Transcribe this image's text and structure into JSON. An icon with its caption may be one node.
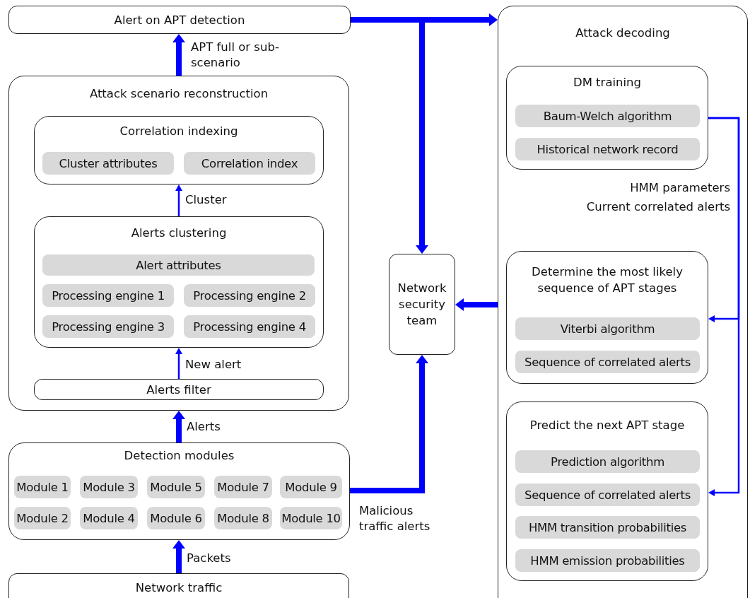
{
  "diagram": {
    "nodes": [
      {
        "text": [
          "Alert on APT detection"
        ]
      },
      {
        "text": [
          "Attack scenario reconstruction"
        ]
      },
      {
        "text": [
          "Correlation indexing"
        ],
        "in": 1
      },
      {
        "text": [
          "Cluster attributes"
        ],
        "in": 2
      },
      {
        "text": [
          "Correlation index"
        ],
        "in": 2
      },
      {
        "text": [
          "Alerts clustering"
        ],
        "in": 1
      },
      {
        "text": [
          "Alert attributes"
        ],
        "in": 5
      },
      {
        "text": [
          "Processing engine 1"
        ],
        "in": 5
      },
      {
        "text": [
          "Processing engine 2"
        ],
        "in": 5
      },
      {
        "text": [
          "Processing engine 3"
        ],
        "in": 5
      },
      {
        "text": [
          "Processing engine 4"
        ],
        "in": 5
      },
      {
        "text": [
          "Alerts filter"
        ],
        "in": 1
      },
      {
        "text": [
          "Detection modules"
        ]
      },
      {
        "text": [
          "Module 1"
        ],
        "in": 12
      },
      {
        "text": [
          "Module 3"
        ],
        "in": 12
      },
      {
        "text": [
          "Module 5"
        ],
        "in": 12
      },
      {
        "text": [
          "Module 7"
        ],
        "in": 12
      },
      {
        "text": [
          "Module 9"
        ],
        "in": 12
      },
      {
        "text": [
          "Module 2"
        ],
        "in": 12
      },
      {
        "text": [
          "Module 4"
        ],
        "in": 12
      },
      {
        "text": [
          "Module 6"
        ],
        "in": 12
      },
      {
        "text": [
          "Module 8"
        ],
        "in": 12
      },
      {
        "text": [
          "Module 10"
        ],
        "in": 12
      },
      {
        "text": [
          "Network traffic"
        ]
      },
      {
        "text": [
          "Network security team"
        ]
      },
      {
        "text": [
          "Attack decoding"
        ]
      },
      {
        "text": [
          "DM training"
        ],
        "in": 25
      },
      {
        "text": [
          "Baum-Welch algorithm"
        ],
        "in": 26
      },
      {
        "text": [
          "Historical network record"
        ],
        "in": 26
      },
      {
        "text": [
          "Determine the most likely sequence of APT stages"
        ],
        "in": 25
      },
      {
        "text": [
          "Viterbi algorithm"
        ],
        "in": 29
      },
      {
        "text": [
          "Sequence of correlated alerts"
        ],
        "in": 29
      },
      {
        "text": [
          "Predict the next APT stage"
        ],
        "in": 25
      },
      {
        "text": [
          "Prediction algorithm"
        ],
        "in": 32
      },
      {
        "text": [
          "Sequence of correlated alerts"
        ],
        "in": 32
      },
      {
        "text": [
          "HMM transition probabilities"
        ],
        "in": 32
      },
      {
        "text": [
          "HMM emission probabilities"
        ],
        "in": 32
      }
    ],
    "edges": [
      {
        "from": 1,
        "to": 0,
        "arrow": "to",
        "label": "APT full or sub-scenario"
      },
      {
        "from": 5,
        "to": 2,
        "arrow": "to",
        "label": "Cluster"
      },
      {
        "from": 11,
        "to": 5,
        "arrow": "to",
        "label": "New alert"
      },
      {
        "from": 12,
        "to": 1,
        "arrow": "to",
        "label": "Alerts"
      },
      {
        "from": 23,
        "to": 12,
        "arrow": "to",
        "label": "Packets"
      },
      {
        "from": 0,
        "to": 25,
        "arrow": "to"
      },
      {
        "from": 0,
        "to": 24,
        "arrow": "to"
      },
      {
        "from": 12,
        "to": 24,
        "arrow": "to",
        "label": "Malicious traffic alerts"
      },
      {
        "from": 25,
        "to": 24,
        "arrow": "to"
      },
      {
        "from": 26,
        "to": 29,
        "arrow": "to"
      },
      {
        "from": 26,
        "to": 32,
        "arrow": "to"
      }
    ],
    "labels": [
      "HMM parameters",
      "Current correlated alerts"
    ]
  }
}
